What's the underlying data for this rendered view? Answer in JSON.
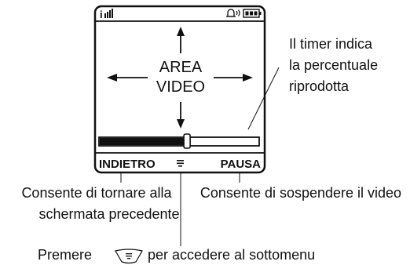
{
  "screen": {
    "video_area_line1": "AREA",
    "video_area_line2": "VIDEO",
    "progress_fraction": 0.55,
    "left_soft_key": "INDIETRO",
    "right_soft_key": "PAUSA"
  },
  "status_bar": {
    "signal_icon": "signal-strength-icon",
    "ring_icon": "ringer-volume-icon",
    "battery_icon": "battery-icon"
  },
  "callouts": {
    "timer_line1": "Il timer indica",
    "timer_line2": "la percentuale",
    "timer_line3": "riprodotta",
    "back_line1": "Consente di tornare alla",
    "back_line2": "schermata precedente",
    "pause_line1": "Consente di sospendere il video",
    "menu_before": "Premere",
    "menu_after": "per accedere al sottomenu"
  }
}
